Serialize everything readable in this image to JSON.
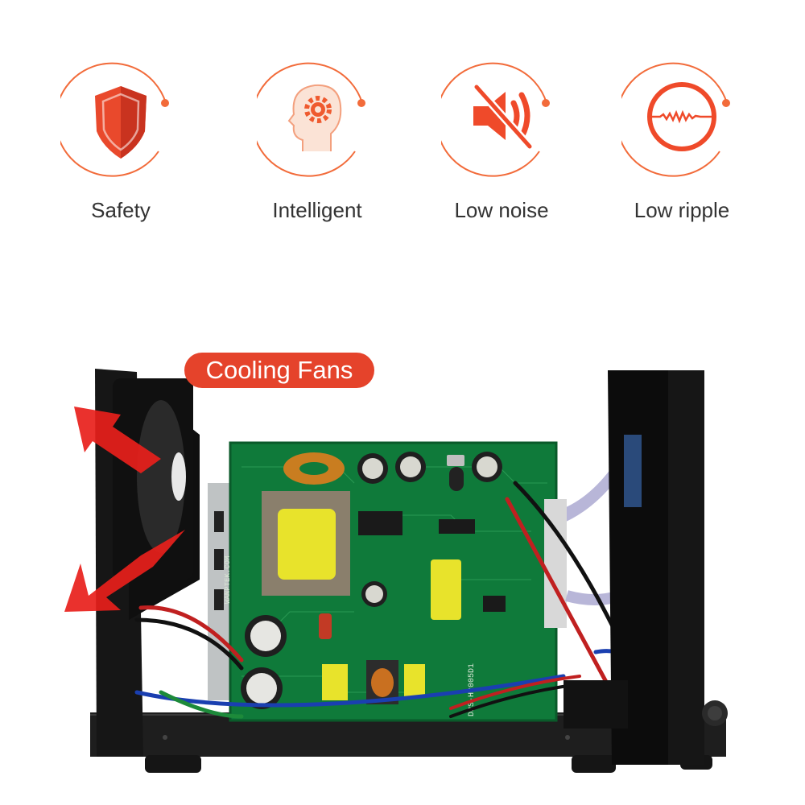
{
  "brand": {
    "accent": "#f26b3a",
    "badge_red": "#e5432b"
  },
  "features": [
    {
      "label": "Safety",
      "icon": "shield-icon"
    },
    {
      "label": "Intelligent",
      "icon": "head-gear-icon"
    },
    {
      "label": "Low noise",
      "icon": "speaker-muted-icon"
    },
    {
      "label": "Low ripple",
      "icon": "ripple-wave-icon"
    }
  ],
  "product": {
    "badge": "Cooling Fans",
    "board_marking": "DPS-H2005D1",
    "brand_marking": "WANPTEK.COM"
  }
}
